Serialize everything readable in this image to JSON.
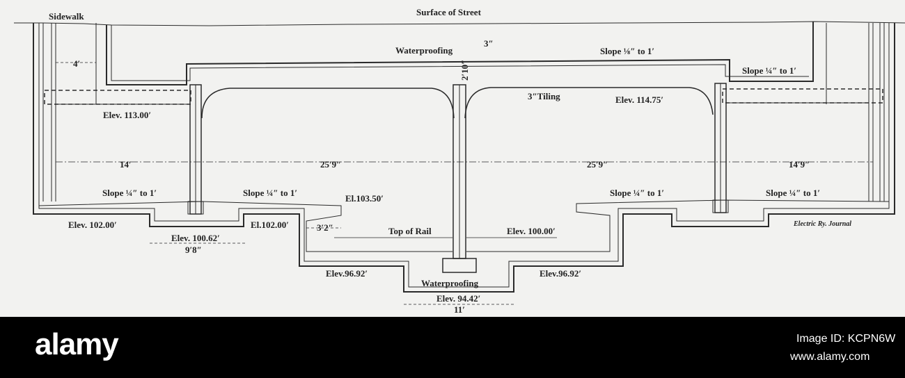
{
  "diagram": {
    "labels": {
      "surface": "Surface of Street",
      "sidewalk": "Sidewalk",
      "waterproofing_top": "Waterproofing",
      "dim_3in": "3″",
      "slope_top_right": "Slope ⅛″ to 1′",
      "slope_right_step": "Slope ¼″ to 1′",
      "dim_4ft": "4′",
      "dim_2ft10": "2′10″",
      "tiling": "3″Tiling",
      "elev_113": "Elev. 113.00′",
      "elev_11475": "Elev. 114.75′",
      "dim_14": "14′",
      "dim_25_9_left": "25′9″",
      "dim_25_9_right": "25′9″",
      "dim_14_9": "14′9″",
      "slope_left_1": "Slope ¼″ to 1′",
      "slope_left_2": "Slope ¼″ to 1′",
      "el_10350": "El.103.50′",
      "slope_right_1": "Slope ¼″ to 1′",
      "slope_right_2": "Slope ¼″ to 1′",
      "elev_102_left": "Elev. 102.00′",
      "el_102_mid": "El.102.00′",
      "dim_3_2": "3′2″",
      "top_rail": "Top of Rail",
      "elev_100": "Elev. 100.00′",
      "elev_10062": "Elev. 100.62′",
      "dim_9_8": "9′8″",
      "elev_9692_left": "Elev.96.92′",
      "elev_9692_right": "Elev.96.92′",
      "waterproofing_bottom": "Waterproofing",
      "elev_9442": "Elev. 94.42′",
      "dim_11": "11′",
      "credit": "Electric Ry. Journal"
    }
  },
  "footer": {
    "logo": "alamy",
    "image_id": "Image ID: KCPN6W",
    "site": "www.alamy.com"
  }
}
